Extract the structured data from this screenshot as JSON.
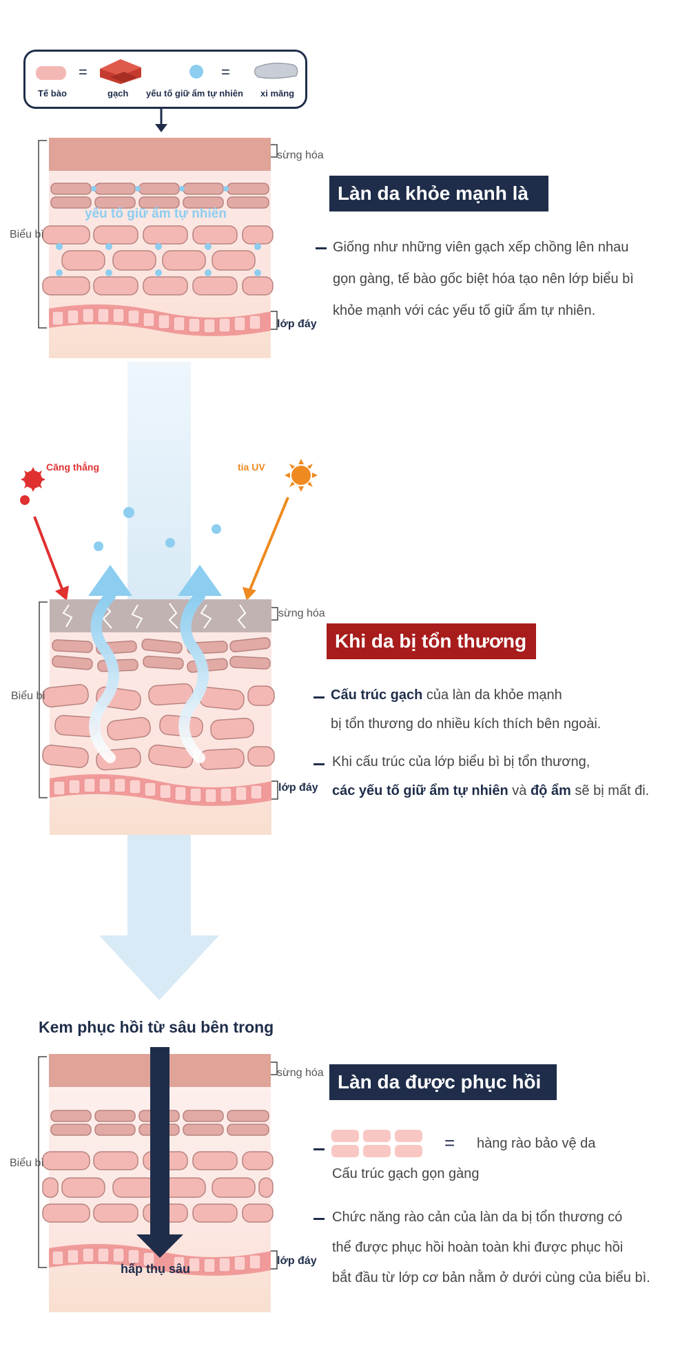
{
  "legend": {
    "cell": "Tế bào",
    "brick": "gạch",
    "nmf": "yếu tố giữ ẩm tự nhiên",
    "cement": "xi măng",
    "equals": "="
  },
  "labels": {
    "stratum": "sừng hóa",
    "basal": "lớp đáy",
    "epidermis": "Biểu bì",
    "nmf_overlay": "yếu tố giữ ẩm tự nhiên",
    "stress": "Căng thẳng",
    "uv": "tia UV",
    "absorb": "hấp thụ sâu"
  },
  "section1": {
    "heading": "Làn da khỏe mạnh là",
    "lines": [
      "Giống như những viên gạch xếp chồng lên nhau",
      "gọn gàng, tế bào gốc biệt hóa tạo nên lớp biểu bì",
      "khỏe mạnh với các yếu tố giữ ẩm tự nhiên."
    ]
  },
  "section2": {
    "heading": "Khi da bị tổn thương",
    "p1_bold": "Cấu trúc gạch",
    "p1_rest": " của làn da khỏe mạnh",
    "p1_line2": "bị tổn thương do nhiều kích thích bên ngoài.",
    "p2_line1": "Khi cấu trúc của lớp biểu bì bị tổn thương,",
    "p2_bold1": "các yếu tố giữ ẩm tự nhiên",
    "p2_mid": " và ",
    "p2_bold2": "độ ẩm",
    "p2_rest": " sẽ bị mất đi."
  },
  "section3": {
    "title": "Kem phục hồi từ sâu bên trong",
    "heading": "Làn da được phục hồi",
    "barrier_equals": "=",
    "barrier_label": "hàng rào bảo vệ da",
    "barrier_line2": "Cấu trúc gạch gọn gàng",
    "lines": [
      "Chức năng rào cản của làn da bị tổn thương có",
      "thể được phục hồi hoàn toàn khi được phục hồi",
      "bắt đầu từ lớp cơ bản nằm ở dưới cùng của biểu bì."
    ]
  },
  "colors": {
    "navy": "#1f2d4a",
    "red_heading": "#a81c1c",
    "cell_pink": "#f4b8b4",
    "stratum_healthy": "#e0a398",
    "stratum_damaged": "#c2b3b3",
    "moisture_blue": "#8ccdf0",
    "flow_blue": "#d8eaf6",
    "stress_red": "#e03030",
    "uv_orange": "#ee8a20"
  }
}
